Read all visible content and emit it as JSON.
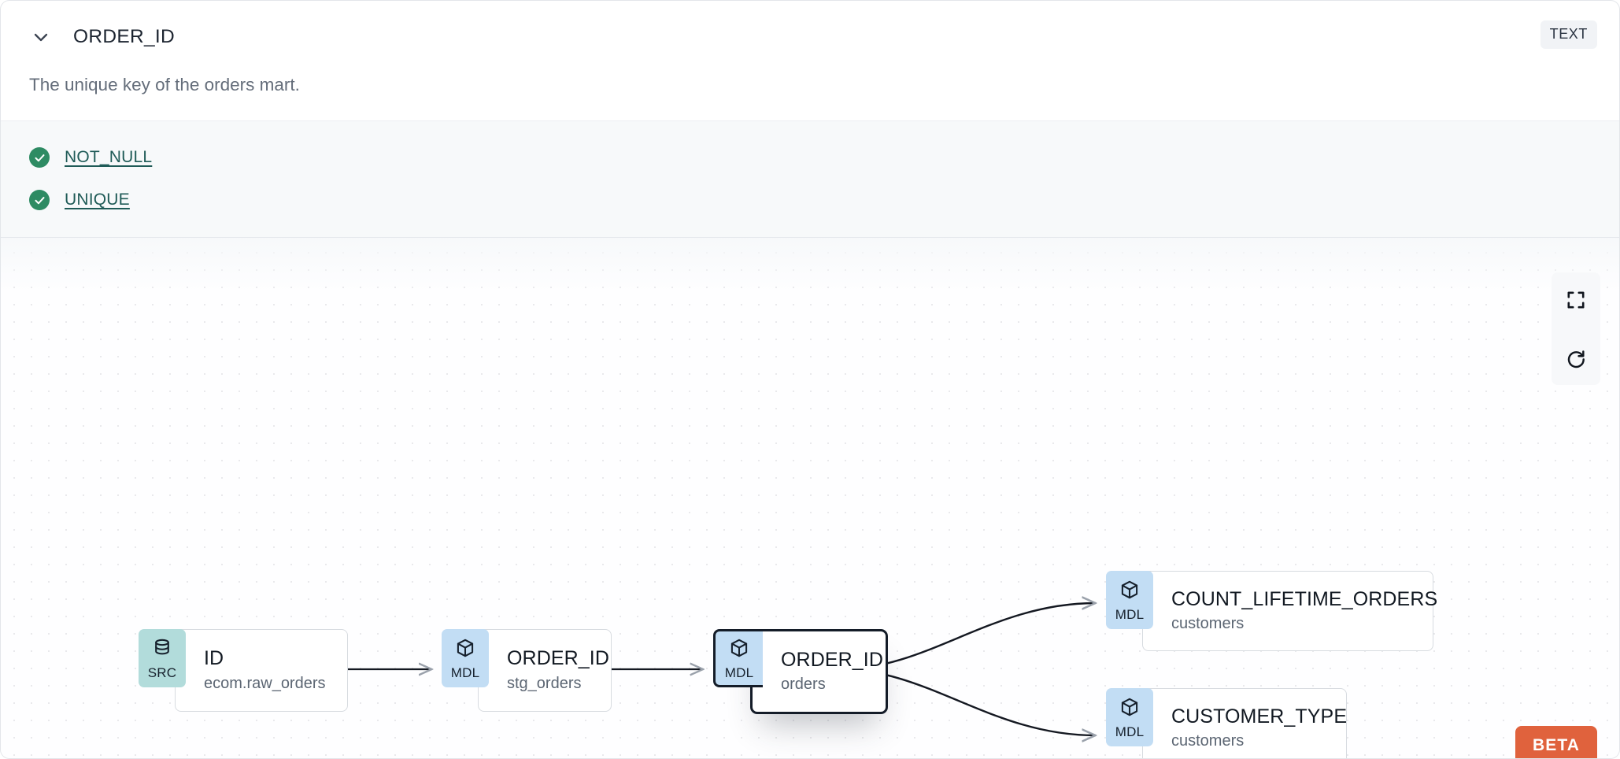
{
  "column": {
    "name": "ORDER_ID",
    "description": "The unique key of the orders mart.",
    "data_type": "TEXT",
    "chevron_icon": "chevron-down-icon"
  },
  "tests": [
    {
      "label": "NOT_NULL",
      "status": "pass",
      "icon": "check-circle-icon"
    },
    {
      "label": "UNIQUE",
      "status": "pass",
      "icon": "check-circle-icon"
    }
  ],
  "lineage": {
    "nodes": [
      {
        "id": "src",
        "badge": "SRC",
        "badge_icon": "database-icon",
        "name": "ID",
        "parent": "ecom.raw_orders",
        "selected": false
      },
      {
        "id": "stg",
        "badge": "MDL",
        "badge_icon": "cube-icon",
        "name": "ORDER_ID",
        "parent": "stg_orders",
        "selected": false
      },
      {
        "id": "orders",
        "badge": "MDL",
        "badge_icon": "cube-icon",
        "name": "ORDER_ID",
        "parent": "orders",
        "selected": true
      },
      {
        "id": "count",
        "badge": "MDL",
        "badge_icon": "cube-icon",
        "name": "COUNT_LIFETIME_ORDERS",
        "parent": "customers",
        "selected": false
      },
      {
        "id": "custtype",
        "badge": "MDL",
        "badge_icon": "cube-icon",
        "name": "CUSTOMER_TYPE",
        "parent": "customers",
        "selected": false
      }
    ],
    "edges": [
      {
        "from": "src",
        "to": "stg"
      },
      {
        "from": "stg",
        "to": "orders"
      },
      {
        "from": "orders",
        "to": "count"
      },
      {
        "from": "orders",
        "to": "custtype"
      }
    ],
    "controls": [
      {
        "id": "fit-view",
        "icon": "fit-view-icon"
      },
      {
        "id": "reset",
        "icon": "refresh-icon"
      }
    ],
    "beta_label": "BETA"
  },
  "colors": {
    "src_badge": "#b2dcdb",
    "mdl_badge": "#c2ddf4",
    "test_pass": "#2e8b63",
    "test_link": "#1f5b57",
    "beta": "#e0623d",
    "selected_border": "#141c28"
  }
}
